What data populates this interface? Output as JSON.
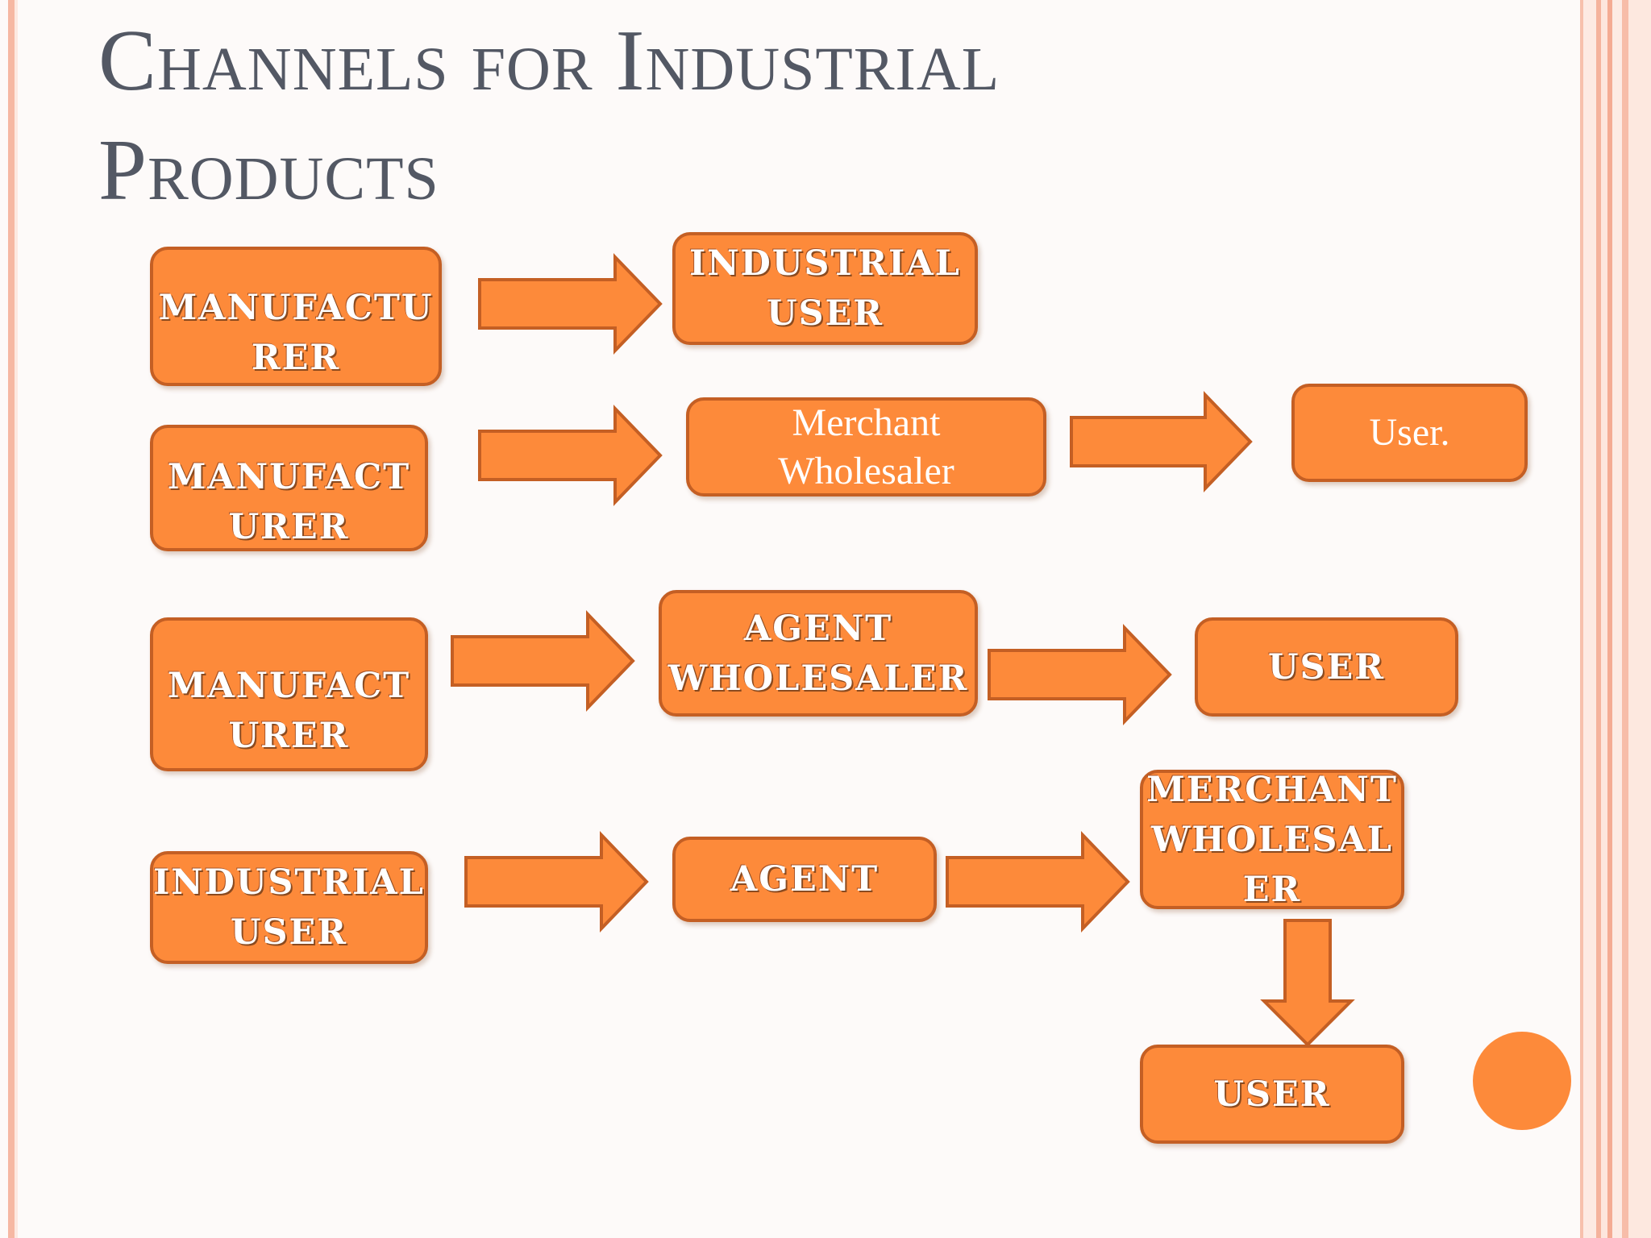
{
  "slide": {
    "title_line1": "Channels for Industrial",
    "title_line2": "Products"
  },
  "diagram": {
    "row1": {
      "source": [
        "MANUFACTU",
        "RER"
      ],
      "target": [
        "INDUSTRIAL",
        "USER"
      ]
    },
    "row2": {
      "source": [
        "MANUFACT",
        "URER"
      ],
      "middle": [
        "Merchant",
        "Wholesaler"
      ],
      "target": "User."
    },
    "row3": {
      "source": [
        "MANUFACT",
        "URER"
      ],
      "middle": [
        "AGENT",
        "WHOLESALER"
      ],
      "target": "USER"
    },
    "row4": {
      "source": [
        "INDUSTRIAL",
        "USER"
      ],
      "middle": "AGENT",
      "next": [
        "MERCHANT",
        "WHOLESAL",
        "ER"
      ],
      "target": "USER"
    }
  },
  "colors": {
    "box_fill": "#fd8a3a",
    "box_border": "#c45f24",
    "title": "#535864"
  }
}
